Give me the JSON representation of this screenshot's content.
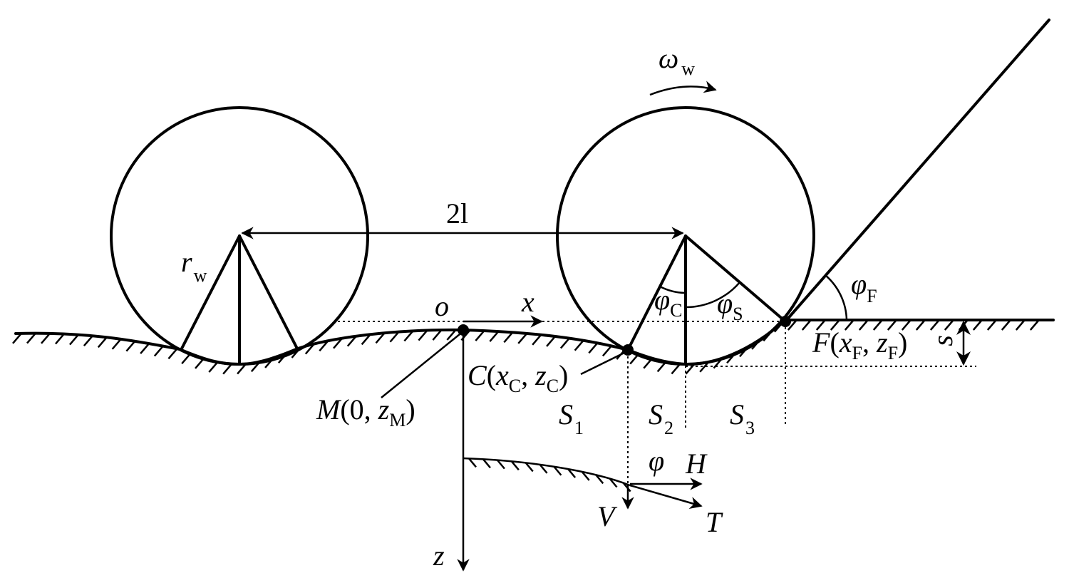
{
  "labels": {
    "omega": "ω",
    "omega_sub": "w",
    "two_l": "2l",
    "r": "r",
    "r_sub": "w",
    "o": "o",
    "x": "x",
    "z": "z",
    "phi_c": "φ",
    "phi_c_sub": "C",
    "phi_s": "φ",
    "phi_s_sub": "S",
    "phi_f": "φ",
    "phi_f_sub": "F",
    "phi": "φ",
    "s": "s",
    "m_prefix": "M",
    "m_mid": "(0, ",
    "m_z": "z",
    "m_sub": "M",
    "m_close": ")",
    "c_prefix": "C",
    "c_open": "(",
    "c_x": "x",
    "c_sub1": "C",
    "c_comma": ", ",
    "c_z": "z",
    "c_sub2": "C",
    "c_close": ")",
    "f_prefix": "F",
    "f_open": "(",
    "f_x": "x",
    "f_sub1": "F",
    "f_comma": ", ",
    "f_z": "z",
    "f_sub2": "F",
    "f_close": ")",
    "s1": "S",
    "s1_sub": "1",
    "s2": "S",
    "s2_sub": "2",
    "s3": "S",
    "s3_sub": "3",
    "h": "H",
    "v": "V",
    "t": "T"
  }
}
